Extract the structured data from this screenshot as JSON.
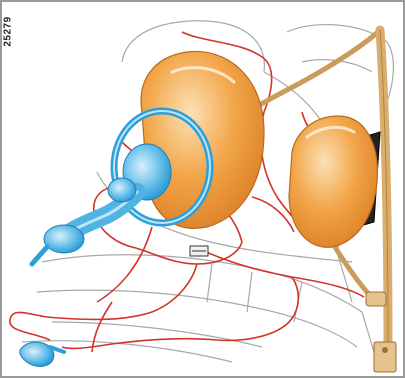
{
  "figure": {
    "reference_code": "25279"
  },
  "colors": {
    "airbag_fill": "#f2a64a",
    "airbag_highlight": "#fce1b5",
    "wiring": "#d2342a",
    "steering_blue": "#2f9fd8",
    "belt_tan": "#c99c5a",
    "seat_outline": "#9a9a9a",
    "frame": "#9a9a9a"
  },
  "components": {
    "front_airbag_icon": "front-airbag",
    "side_airbag_icon": "side-airbag",
    "steering_wheel_icon": "steering-wheel",
    "seatbelt_icon": "seatbelt",
    "wiring_loom_icon": "wiring-loom",
    "seat_icon": "seat"
  }
}
